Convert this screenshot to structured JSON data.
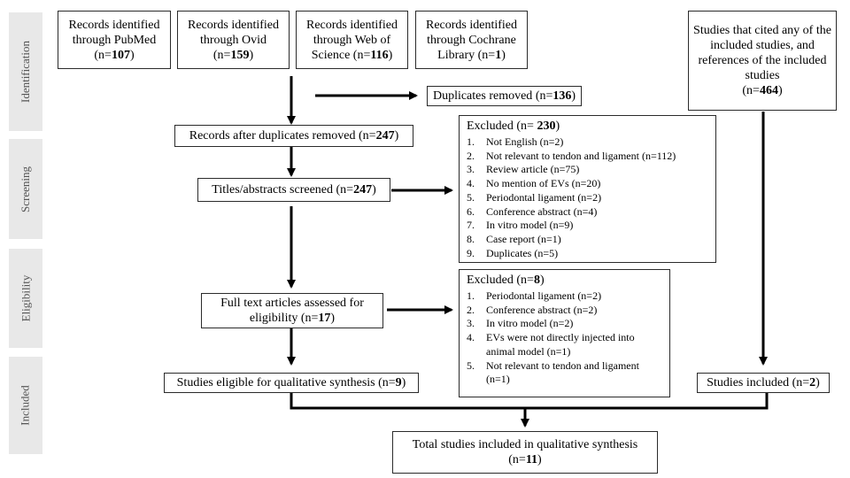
{
  "stages": [
    "Identification",
    "Screening",
    "Eligibility",
    "Included"
  ],
  "sources": [
    {
      "text": "Records identified through PubMed",
      "n": "107"
    },
    {
      "text": "Records identified through Ovid",
      "n": "159"
    },
    {
      "text": "Records identified through Web of Science",
      "n": "116"
    },
    {
      "text": "Records identified through Cochrane Library",
      "n": "1"
    }
  ],
  "citations": {
    "text": "Studies that cited any of the included studies, and references of the included studies",
    "n": "464"
  },
  "duplicates_removed": {
    "text": "Duplicates removed",
    "n": "136"
  },
  "after_duplicates": {
    "text": "Records after duplicates removed",
    "n": "247"
  },
  "screened": {
    "text": "Titles/abstracts screened",
    "n": "247"
  },
  "excluded_screening": {
    "head": "Excluded",
    "n": "230",
    "items": [
      {
        "num": "1.",
        "text": "Not English (n=2)"
      },
      {
        "num": "2.",
        "text": "Not relevant to tendon and ligament (n=112)"
      },
      {
        "num": "3.",
        "text": "Review article (n=75)"
      },
      {
        "num": "4.",
        "text": "No mention of EVs (n=20)"
      },
      {
        "num": "5.",
        "text": "Periodontal ligament (n=2)"
      },
      {
        "num": "6.",
        "text": "Conference abstract (n=4)"
      },
      {
        "num": "7.",
        "text": "In vitro model (n=9)"
      },
      {
        "num": "8.",
        "text": "Case report (n=1)"
      },
      {
        "num": "9.",
        "text": "Duplicates (n=5)"
      }
    ]
  },
  "full_text": {
    "text": "Full text articles assessed for eligibility",
    "n": "17"
  },
  "excluded_eligibility": {
    "head": "Excluded",
    "n": "8",
    "items": [
      {
        "num": "1.",
        "text": "Periodontal ligament (n=2)"
      },
      {
        "num": "2.",
        "text": "Conference abstract (n=2)"
      },
      {
        "num": "3.",
        "text": "In vitro model (n=2)"
      },
      {
        "num": "4.",
        "text": "EVs were not directly injected into animal model (n=1)"
      },
      {
        "num": "5.",
        "text": "Not relevant to tendon and ligament (n=1)"
      }
    ]
  },
  "eligible": {
    "text": "Studies eligible for qualitative synthesis",
    "n": "9"
  },
  "studies_included": {
    "text": "Studies included",
    "n": "2"
  },
  "total": {
    "text": "Total studies included in qualitative synthesis",
    "n": "11"
  }
}
